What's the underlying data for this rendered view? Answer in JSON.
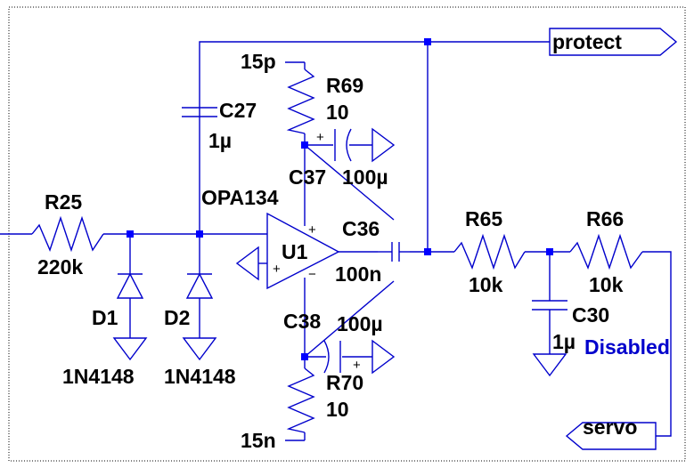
{
  "colors": {
    "wire": "#0000cc",
    "junction": "#0000ff",
    "label": "#000000",
    "note": "#0000cc",
    "background": "#ffffff"
  },
  "components": {
    "r25": {
      "ref": "R25",
      "value": "220k"
    },
    "r65": {
      "ref": "R65",
      "value": "10k"
    },
    "r66": {
      "ref": "R66",
      "value": "10k"
    },
    "r69": {
      "ref": "R69",
      "value": "10"
    },
    "r70": {
      "ref": "R70",
      "value": "10"
    },
    "c27": {
      "ref": "C27",
      "value": "1µ"
    },
    "c30": {
      "ref": "C30",
      "value": "1µ"
    },
    "c36": {
      "ref": "C36",
      "value": "100n"
    },
    "c37": {
      "ref": "C37",
      "value": "100µ"
    },
    "c38": {
      "ref": "C38",
      "value": "100µ"
    },
    "d1": {
      "ref": "D1",
      "value": "1N4148"
    },
    "d2": {
      "ref": "D2",
      "value": "1N4148"
    },
    "u1": {
      "ref": "U1",
      "value": "OPA134"
    }
  },
  "nets": {
    "protect": "protect",
    "servo": "servo",
    "pos_supply": "15p",
    "neg_supply": "15n"
  },
  "opamp_pins": {
    "plus": "+",
    "minus": "−"
  },
  "cap_polarity": "+",
  "note": "Disabled"
}
